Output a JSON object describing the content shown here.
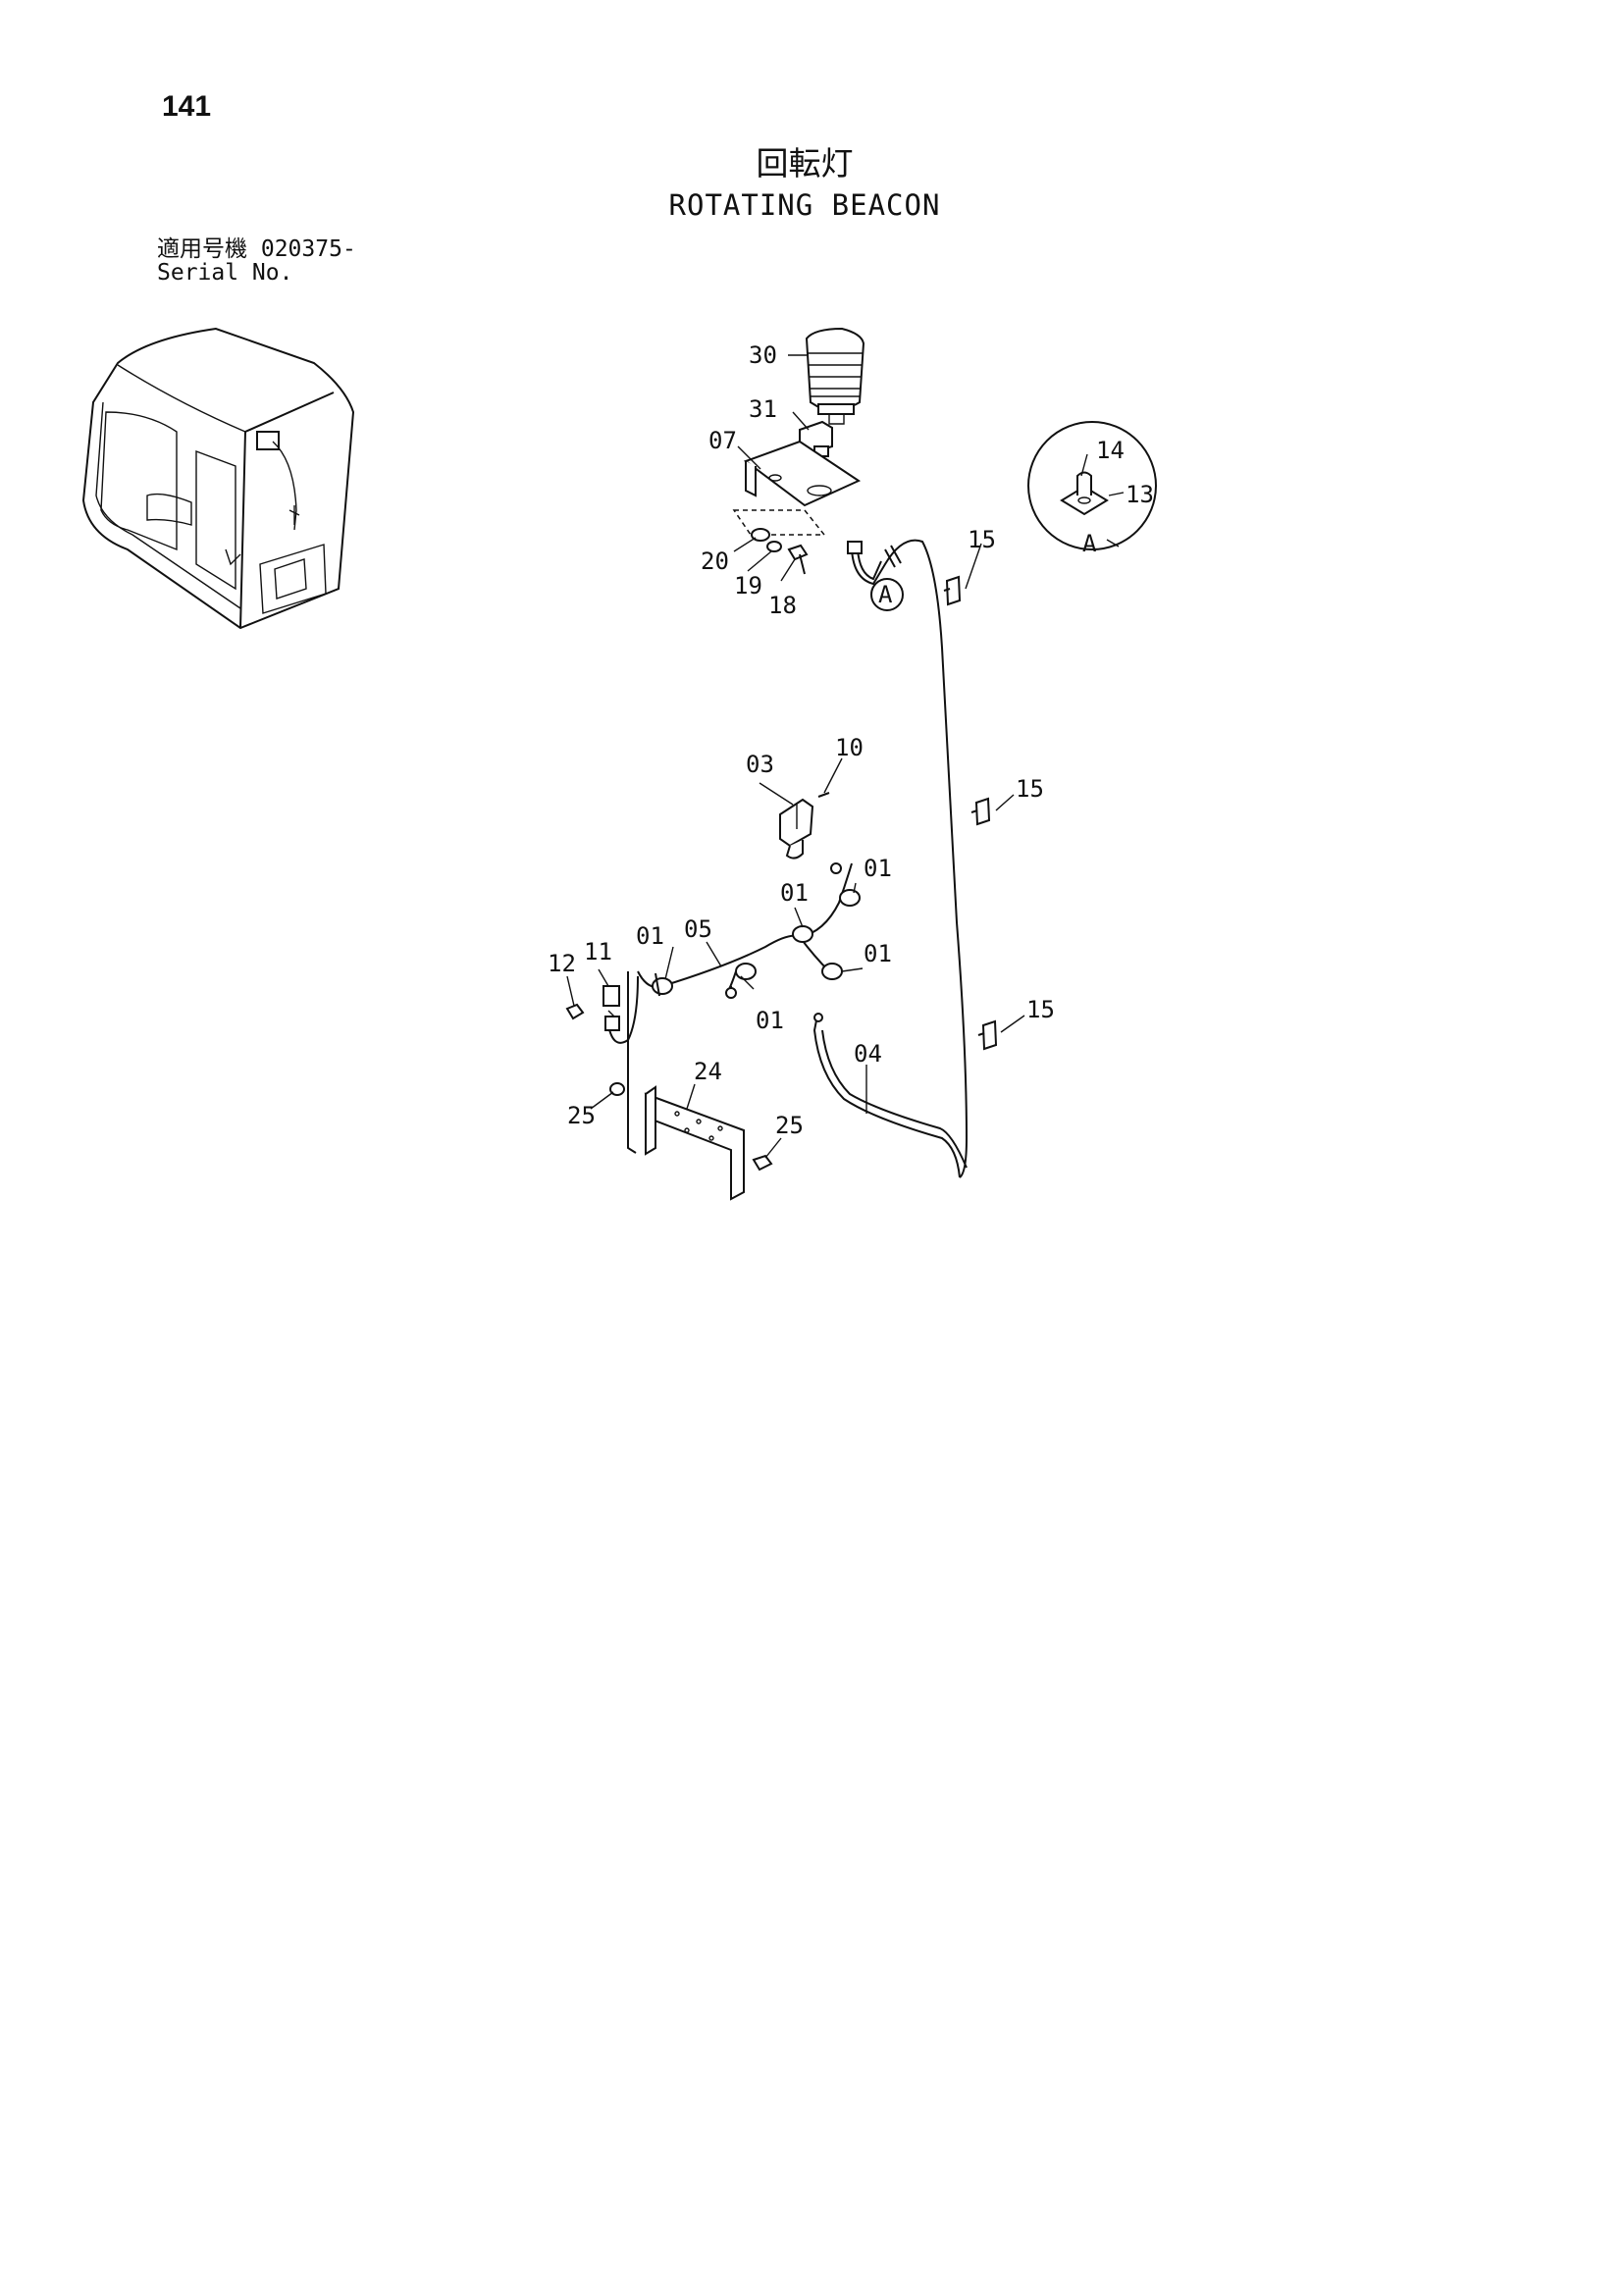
{
  "page": {
    "number": "141"
  },
  "title": {
    "japanese": "回転灯",
    "english": "ROTATING BEACON"
  },
  "serial": {
    "label_jp": "適用号機",
    "label_en": "Serial No.",
    "value": "020375-"
  },
  "detail": {
    "label": "A",
    "view_label": "A"
  },
  "callouts": {
    "c30": "30",
    "c31": "31",
    "c07": "07",
    "c20": "20",
    "c19": "19",
    "c18": "18",
    "c14": "14",
    "c13": "13",
    "c15a": "15",
    "c15b": "15",
    "c15c": "15",
    "c03": "03",
    "c10": "10",
    "c01a": "01",
    "c01b": "01",
    "c01c": "01",
    "c01d": "01",
    "c01e": "01",
    "c05": "05",
    "c11": "11",
    "c12": "12",
    "c04": "04",
    "c24": "24",
    "c25a": "25",
    "c25b": "25"
  }
}
